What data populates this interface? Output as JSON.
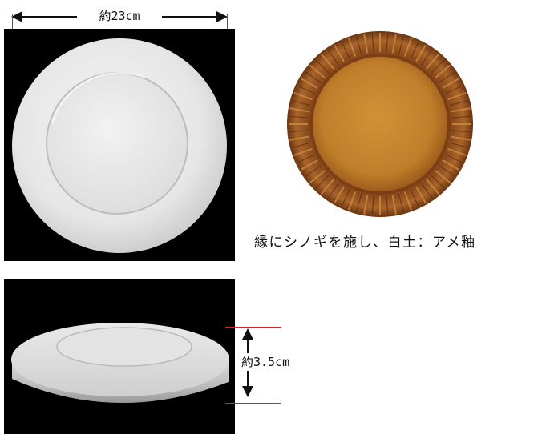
{
  "dimensions": {
    "width_label": "約23cm",
    "height_label": "約3.5cm"
  },
  "caption": "縁にシノギを施し、白土：アメ釉",
  "colors": {
    "background": "#ffffff",
    "photo_background": "#000000",
    "measure_line": "#e0201c",
    "glaze_center": "#c98a2e",
    "glaze_rim": "#7a3f16"
  },
  "images": {
    "front_view": "plate-front-view",
    "glazed_view": "plate-glazed-view",
    "side_view": "plate-side-view"
  }
}
